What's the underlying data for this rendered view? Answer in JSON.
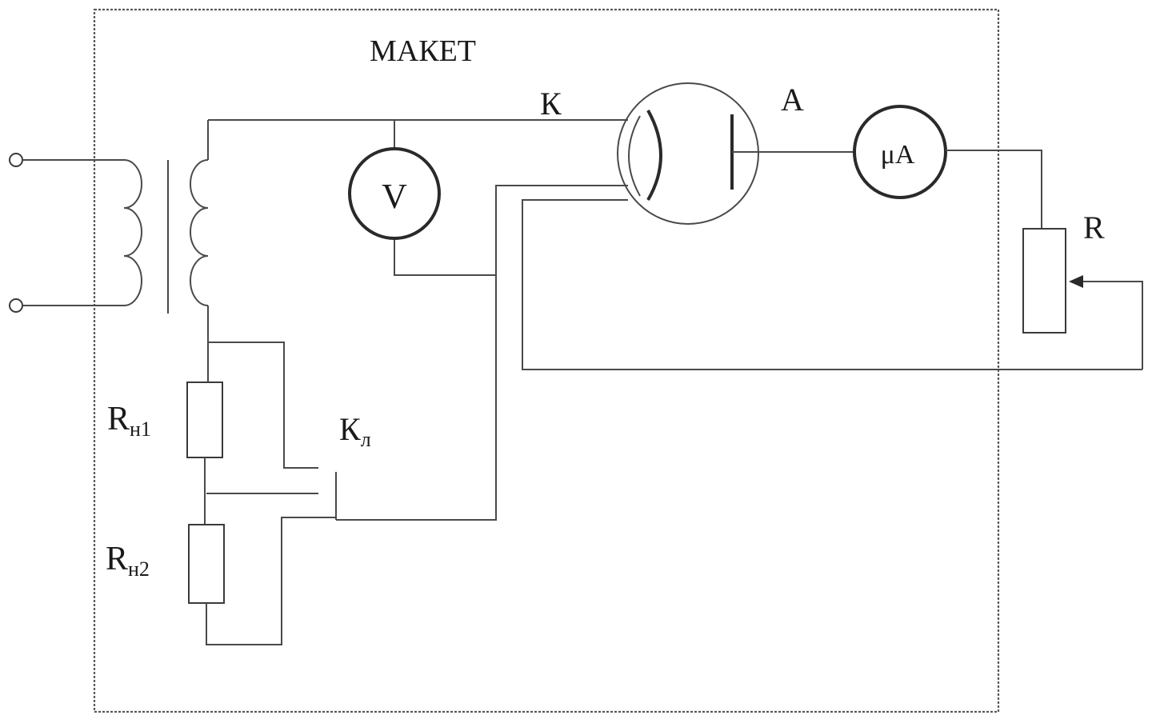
{
  "labels": {
    "maket": "МАКЕТ",
    "cathode": "К",
    "anode": "А",
    "voltmeter": "V",
    "microammeter": "μA",
    "rheostat": "R",
    "load1_main": "R",
    "load1_sub": "н1",
    "load2_main": "R",
    "load2_sub": "н2",
    "key_main": "К",
    "key_sub": "л"
  }
}
